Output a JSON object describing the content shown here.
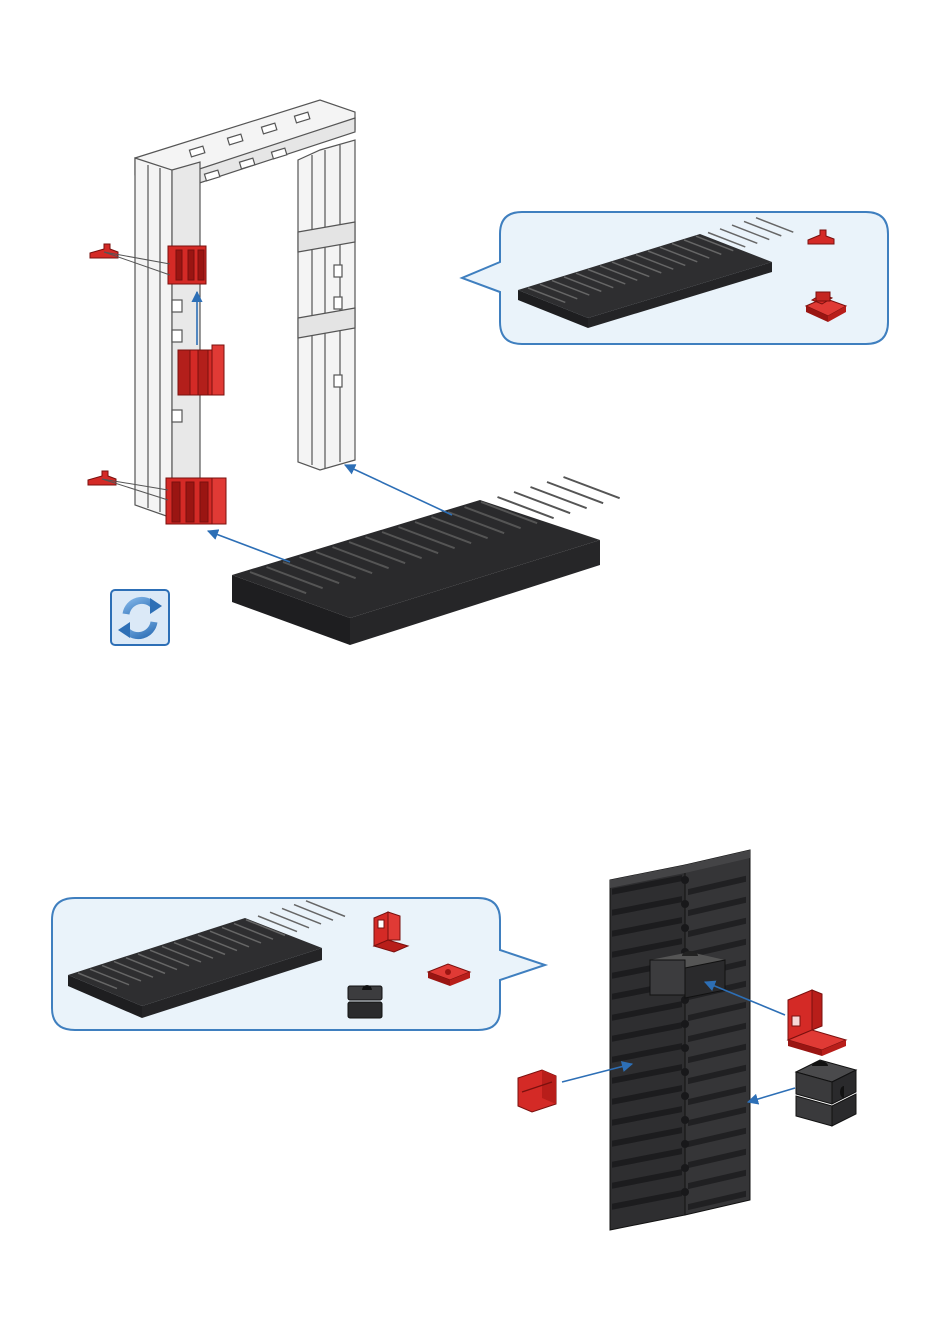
{
  "page": {
    "background": "#ffffff"
  },
  "palette": {
    "red_part": "#d42a26",
    "red_dark": "#9a1512",
    "black_part": "#3c3c3e",
    "black_dark": "#1e1e20",
    "grey_part": "#f4f4f4",
    "grey_line": "#555555",
    "arrow": "#2d6fb6",
    "callout_fill": "#eaf3fa",
    "callout_border": "#3f7fbf"
  },
  "steps": [
    {
      "id": "step-1",
      "parts_callout": {
        "items": [
          {
            "name": "black-base-plate-icon",
            "color": "black",
            "count_shown": 1
          },
          {
            "name": "red-pin-connector-icon",
            "color": "red",
            "count_shown": 1
          },
          {
            "name": "red-angle-block-icon",
            "color": "red",
            "count_shown": 1
          }
        ]
      },
      "rotate_icon": "rotate-model-icon",
      "assembly": "white-frame-with-red-blocks-and-black-base-plate"
    },
    {
      "id": "step-2",
      "parts_callout": {
        "items": [
          {
            "name": "black-base-plate-icon",
            "color": "black",
            "count_shown": 1
          },
          {
            "name": "red-angle-bracket-icon",
            "color": "red",
            "count_shown": 1
          },
          {
            "name": "red-flat-plate-icon",
            "color": "red",
            "count_shown": 1
          },
          {
            "name": "black-building-block-icon",
            "color": "black",
            "count_shown": 1
          }
        ]
      },
      "assembly": "vertical-black-plate-with-red-and-black-blocks"
    }
  ]
}
